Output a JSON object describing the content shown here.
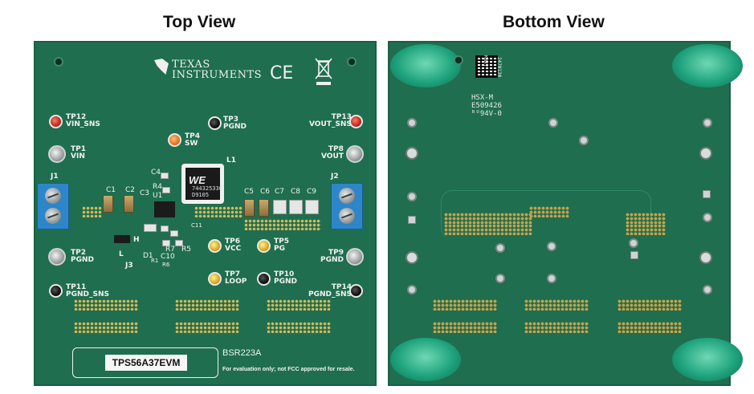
{
  "titles": {
    "top": "Top View",
    "bottom": "Bottom View"
  },
  "logo": {
    "line1": "TEXAS",
    "line2": "INSTRUMENTS",
    "ce": "CE"
  },
  "test_points": {
    "tp12": [
      "TP12",
      "VIN_SNS"
    ],
    "tp1": [
      "TP1",
      "VIN"
    ],
    "tp2": [
      "TP2",
      "PGND"
    ],
    "tp11": [
      "TP11",
      "PGND_SNS"
    ],
    "tp3": [
      "TP3",
      "PGND"
    ],
    "tp4": [
      "TP4",
      "SW"
    ],
    "tp13": [
      "TP13",
      "VOUT_SNS"
    ],
    "tp8": [
      "TP8",
      "VOUT"
    ],
    "tp9": [
      "TP9",
      "PGND"
    ],
    "tp14": [
      "TP14",
      "PGND_SNS"
    ],
    "tp6": [
      "TP6",
      "VCC"
    ],
    "tp5": [
      "TP5",
      "PG"
    ],
    "tp7": [
      "TP7",
      "LOOP"
    ],
    "tp10": [
      "TP10",
      "PGND"
    ]
  },
  "refdes": {
    "j1": "J1",
    "j2": "J2",
    "j3": "J3",
    "l1": "L1",
    "c1": "C1",
    "c2": "C2",
    "c3": "C3",
    "c4": "C4",
    "c5": "C5",
    "c6": "C6",
    "c7": "C7",
    "c8": "C8",
    "c9": "C9",
    "r4": "R4",
    "u1": "U1",
    "d1": "D1",
    "r7": "R7",
    "r5": "R5",
    "r1": "R1",
    "r6": "R6",
    "c10": "C10",
    "c11": "C11",
    "l": "L",
    "h": "H"
  },
  "inductor_marking": {
    "line1": "744325330",
    "line2": "D9105",
    "brand": "WE"
  },
  "board_info": {
    "part_number": "TPS56A37EVM",
    "bsr": "BSR223A",
    "disclaimer": "For evaluation only; not FCC approved for resale."
  },
  "bottom_marks": {
    "qr_code": "2470130",
    "line1": "HSX-M",
    "line2": "E509426",
    "line3": "ᴿᵁ94V-0",
    "line4": "KBXY"
  }
}
